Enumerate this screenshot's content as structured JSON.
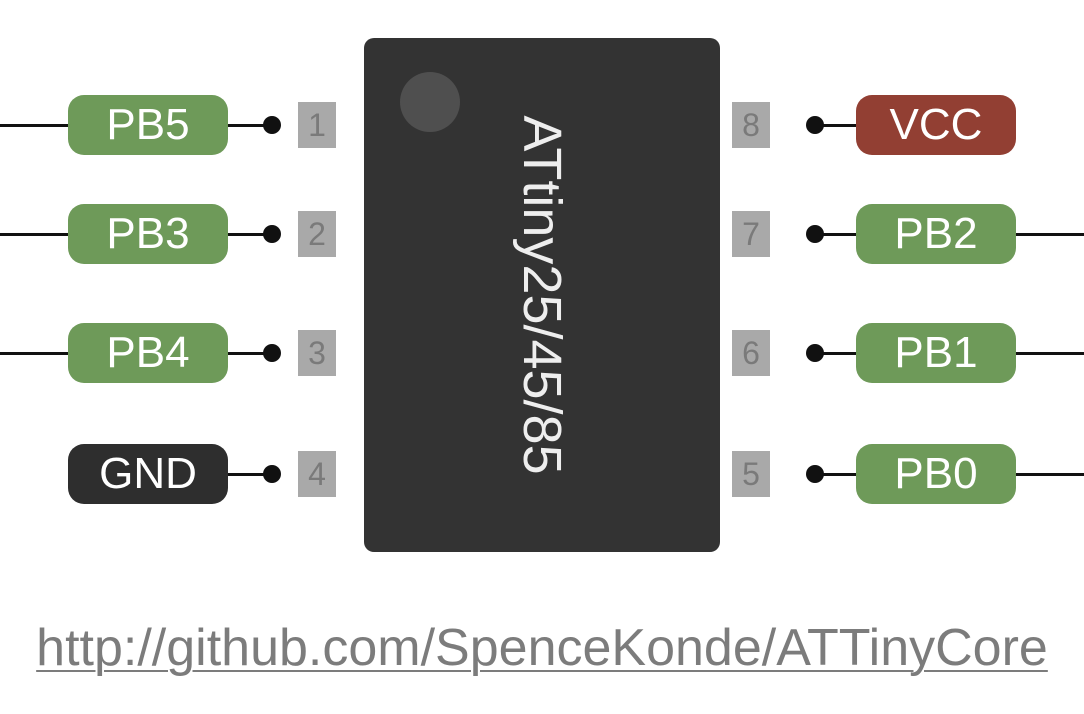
{
  "chip": {
    "name": "ATtiny25/45/85"
  },
  "colors": {
    "io": "#6e9a59",
    "power": "#923f33",
    "ground": "#2e2e2e",
    "chip_body": "#333333",
    "pin_box": "#a9a9a9"
  },
  "pins": [
    {
      "number": "1",
      "label": "PB5",
      "role": "io"
    },
    {
      "number": "2",
      "label": "PB3",
      "role": "io"
    },
    {
      "number": "3",
      "label": "PB4",
      "role": "io"
    },
    {
      "number": "4",
      "label": "GND",
      "role": "ground"
    },
    {
      "number": "5",
      "label": "PB0",
      "role": "io"
    },
    {
      "number": "6",
      "label": "PB1",
      "role": "io"
    },
    {
      "number": "7",
      "label": "PB2",
      "role": "io"
    },
    {
      "number": "8",
      "label": "VCC",
      "role": "power"
    }
  ],
  "url": "http://github.com/SpenceKonde/ATTinyCore"
}
